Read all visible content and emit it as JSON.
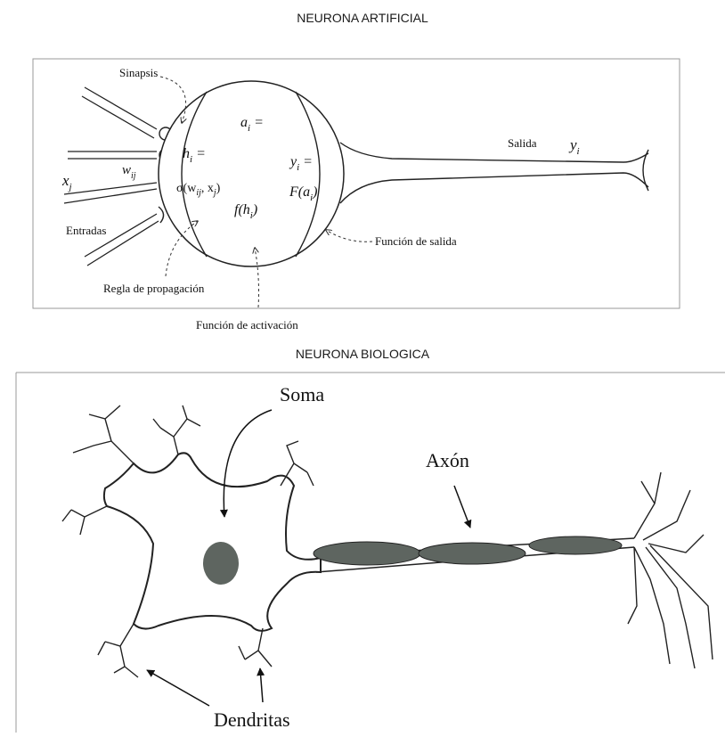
{
  "artificial": {
    "heading": "NEURONA ARTIFICIAL",
    "sinapsis": "Sinapsis",
    "salida": "Salida",
    "y_out": "y",
    "y_out_sub": "i",
    "x_in": "x",
    "x_in_sub": "j",
    "w_in": "w",
    "w_in_sub": "ij",
    "entradas": "Entradas",
    "h_eq": "h",
    "h_eq_sub": "i",
    "h_eq_rest": " =",
    "sigma": "σ(w",
    "sigma_sub": "ij",
    "sigma_rest": ", x",
    "sigma_sub2": "j",
    "sigma_end": ")",
    "a_eq": "a",
    "a_eq_sub": "i",
    "a_eq_rest": " =",
    "f_h": "f(h",
    "f_h_sub": "i",
    "f_h_end": ")",
    "y_eq": "y",
    "y_eq_sub": "i",
    "y_eq_rest": " =",
    "F_a": "F(a",
    "F_a_sub": "i",
    "F_a_end": ")",
    "funcion_salida": "Función de salida",
    "regla": "Regla de propagación",
    "funcion_activacion": "Función de activación"
  },
  "biological": {
    "heading": "NEURONA BIOLOGICA",
    "soma": "Soma",
    "axon": "Axón",
    "dendritas": "Dendritas"
  }
}
